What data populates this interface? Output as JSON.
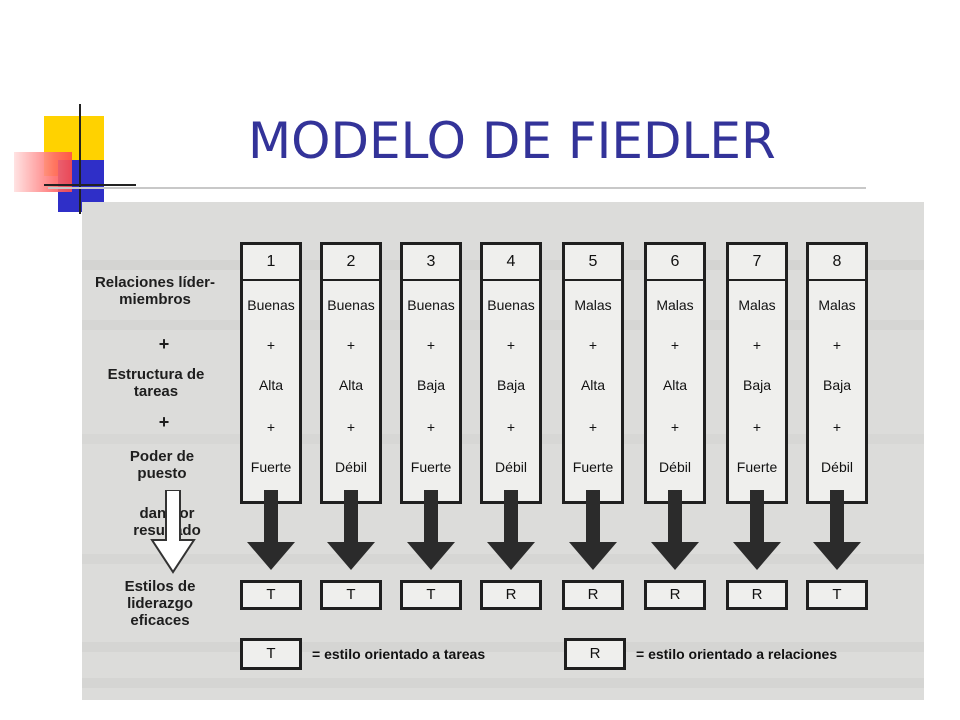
{
  "slide": {
    "title": "MODELO DE FIEDLER"
  },
  "row_labels": {
    "relaciones": "Relaciones líder- miembros",
    "plus": "+",
    "estructura": "Estructura de tareas",
    "poder": "Poder de puesto",
    "dan": "dan por resultado",
    "estilos": "Estilos de liderazgo eficaces"
  },
  "situations": [
    {
      "num": "1",
      "relaciones": "Buenas",
      "estructura": "Alta",
      "poder": "Fuerte",
      "estilo": "T"
    },
    {
      "num": "2",
      "relaciones": "Buenas",
      "estructura": "Alta",
      "poder": "Débil",
      "estilo": "T"
    },
    {
      "num": "3",
      "relaciones": "Buenas",
      "estructura": "Baja",
      "poder": "Fuerte",
      "estilo": "T"
    },
    {
      "num": "4",
      "relaciones": "Buenas",
      "estructura": "Baja",
      "poder": "Débil",
      "estilo": "R"
    },
    {
      "num": "5",
      "relaciones": "Malas",
      "estructura": "Alta",
      "poder": "Fuerte",
      "estilo": "R"
    },
    {
      "num": "6",
      "relaciones": "Malas",
      "estructura": "Alta",
      "poder": "Débil",
      "estilo": "R"
    },
    {
      "num": "7",
      "relaciones": "Malas",
      "estructura": "Baja",
      "poder": "Fuerte",
      "estilo": "R"
    },
    {
      "num": "8",
      "relaciones": "Malas",
      "estructura": "Baja",
      "poder": "Débil",
      "estilo": "T"
    }
  ],
  "cell_plus": "+",
  "legend": {
    "t_symbol": "T",
    "t_text": "= estilo orientado a tareas",
    "r_symbol": "R",
    "r_text": "= estilo orientado a relaciones"
  },
  "colors": {
    "title": "#333399",
    "deco_yellow": "#ffd700",
    "deco_blue": "#3333cc",
    "deco_red": "#ff4444"
  }
}
